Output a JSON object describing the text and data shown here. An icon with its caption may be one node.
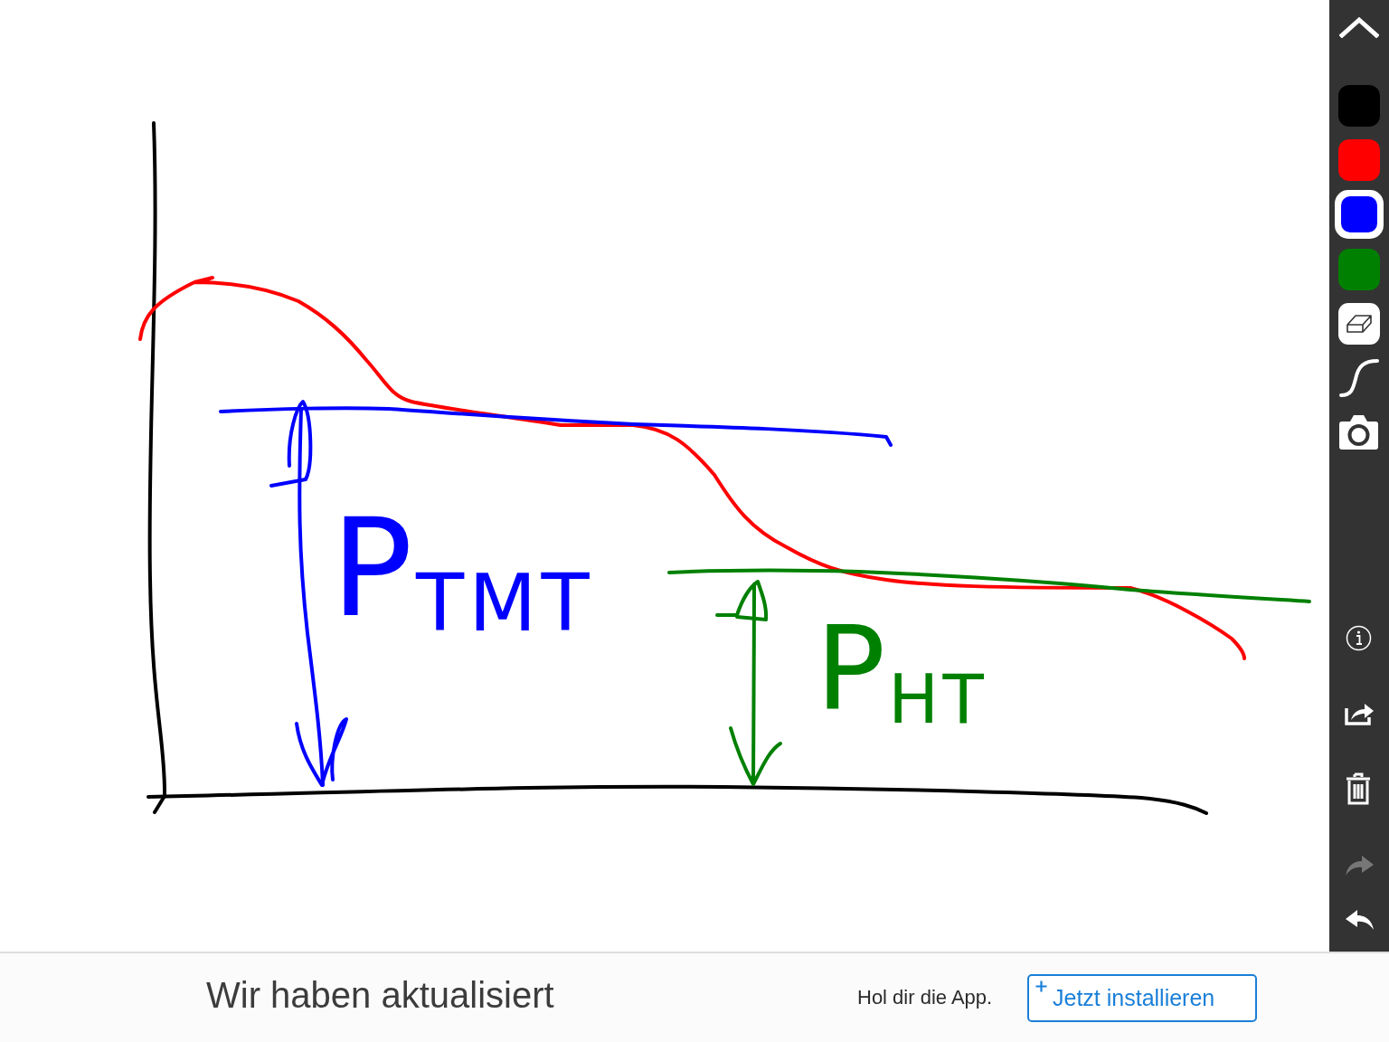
{
  "diagram": {
    "labels": [
      "P$_{TMT}$",
      "P$_{HT}$",
      "Wir haben aktualisiert",
      "Hol dir die App.",
      "Jetzt installieren"
    ]
  }
}
